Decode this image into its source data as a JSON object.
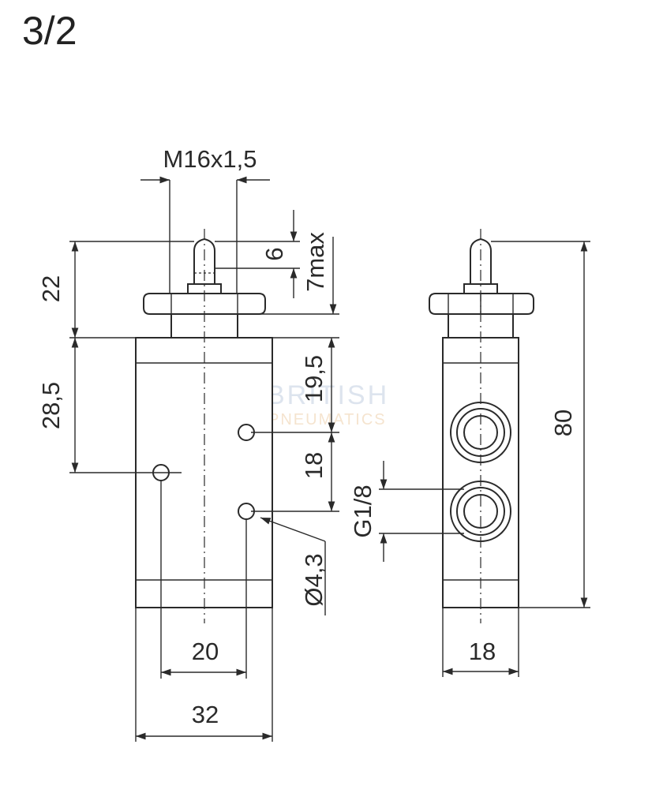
{
  "title": "3/2",
  "watermark": {
    "line1": "BRITISH",
    "line2": "PNEUMATICS"
  },
  "dimensions": {
    "thread": "M16x1,5",
    "stroke": "6",
    "max_height": "7max",
    "head_height": "22",
    "port_offset": "28,5",
    "port_upper": "19,5",
    "port_spacing": "18",
    "hole_diameter": "Ø4,3",
    "hole_spacing": "20",
    "body_width": "32",
    "port_thread": "G1/8",
    "total_height": "80",
    "side_width": "18"
  }
}
